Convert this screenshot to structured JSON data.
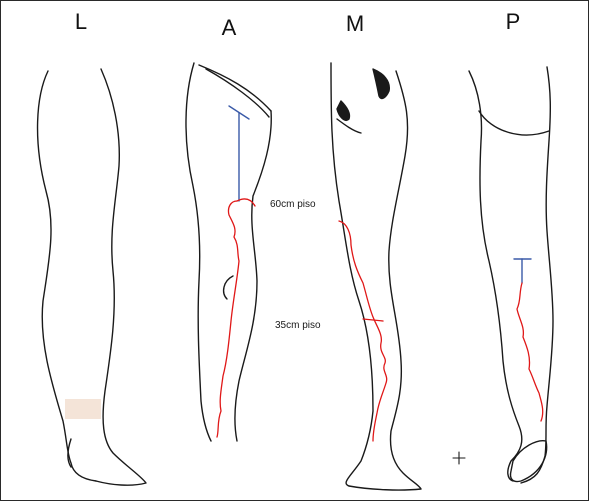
{
  "views": [
    {
      "id": "L",
      "label": "L"
    },
    {
      "id": "A",
      "label": "A"
    },
    {
      "id": "M",
      "label": "M"
    },
    {
      "id": "P",
      "label": "P"
    }
  ],
  "annotations": {
    "upper_level": "60cm piso",
    "lower_level": "35cm piso"
  },
  "colors": {
    "outline": "#1a1a1a",
    "vein": "#e01818",
    "marker": "#3a5aa8",
    "faint_mark": "#f0d8c8"
  }
}
